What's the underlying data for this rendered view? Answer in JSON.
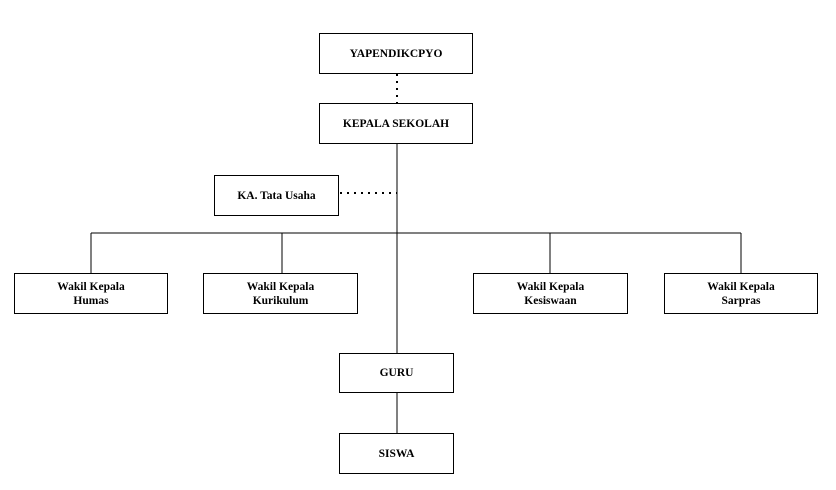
{
  "org_chart": {
    "yayasan": "YAPENDIKCPYO",
    "kepala_sekolah": "KEPALA SEKOLAH",
    "tata_usaha": "KA. Tata Usaha",
    "wakil": [
      {
        "line1": "Wakil Kepala",
        "line2": "Humas"
      },
      {
        "line1": "Wakil Kepala",
        "line2": "Kurikulum"
      },
      {
        "line1": "Wakil Kepala",
        "line2": "Kesiswaan"
      },
      {
        "line1": "Wakil Kepala",
        "line2": "Sarpras"
      }
    ],
    "guru": "GURU",
    "siswa": "SISWA"
  }
}
